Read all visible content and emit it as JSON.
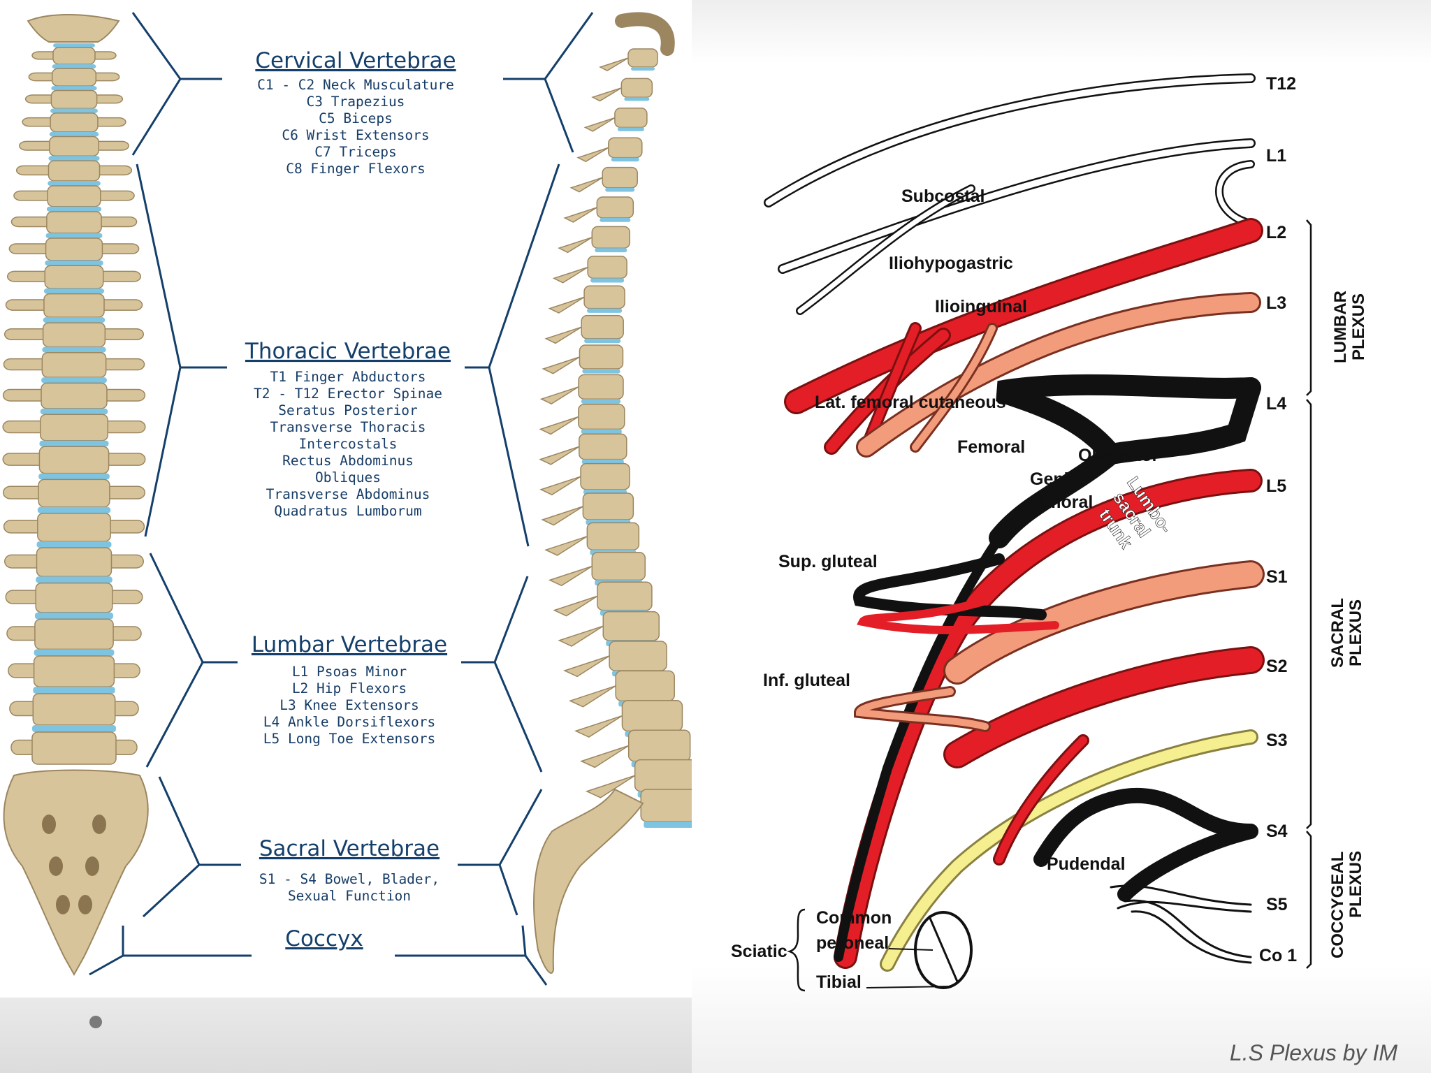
{
  "colors": {
    "bone": "#d8c49a",
    "disc": "#7ec3e0",
    "navy": "#143f6b",
    "nerve_red": "#e41e26",
    "nerve_salmon": "#f29c7c",
    "nerve_yellow": "#f6ef8f",
    "nerve_black": "#111111"
  },
  "spine": {
    "regions": [
      {
        "title": "Cervical Vertebrae",
        "lines": [
          "C1 - C2  Neck Musculature",
          "C3  Trapezius",
          "C5  Biceps",
          "C6  Wrist Extensors",
          "C7  Triceps",
          "C8  Finger Flexors"
        ]
      },
      {
        "title": "Thoracic Vertebrae",
        "lines": [
          "T1  Finger Abductors",
          "T2 - T12  Erector Spinae",
          "Seratus Posterior",
          "Transverse Thoracis",
          "Intercostals",
          "Rectus Abdominus",
          "Obliques",
          "Transverse Abdominus",
          "Quadratus Lumborum"
        ]
      },
      {
        "title": "Lumbar Vertebrae",
        "lines": [
          "L1  Psoas Minor",
          "L2  Hip Flexors",
          "L3  Knee Extensors",
          "L4  Ankle Dorsiflexors",
          "L5  Long Toe Extensors"
        ]
      },
      {
        "title": "Sacral Vertebrae",
        "lines": [
          "S1 - S4 Bowel, Blader,",
          "Sexual Function"
        ]
      },
      {
        "title": "Coccyx",
        "lines": []
      }
    ]
  },
  "plexus": {
    "segments": [
      "T12",
      "L1",
      "L2",
      "L3",
      "L4",
      "L5",
      "S1",
      "S2",
      "S3",
      "S4",
      "S5",
      "Co 1"
    ],
    "nerves": [
      "Subcostal",
      "Iliohypogastric",
      "Ilioinguinal",
      "Lat. femoral cutaneous",
      "Femoral",
      "Obturator",
      "Genito-",
      "femoral",
      "Lumbo-",
      "sacral",
      "trunk",
      "Sup. gluteal",
      "Inf. gluteal",
      "Pudendal",
      "Common",
      "peroneal",
      "Sciatic",
      "Tibial"
    ],
    "plexus_groups": [
      {
        "line1": "LUMBAR",
        "line2": "PLEXUS"
      },
      {
        "line1": "SACRAL",
        "line2": "PLEXUS"
      },
      {
        "line1": "COCCYGEAL",
        "line2": "PLEXUS"
      }
    ]
  },
  "caption": "L.S Plexus by IM"
}
